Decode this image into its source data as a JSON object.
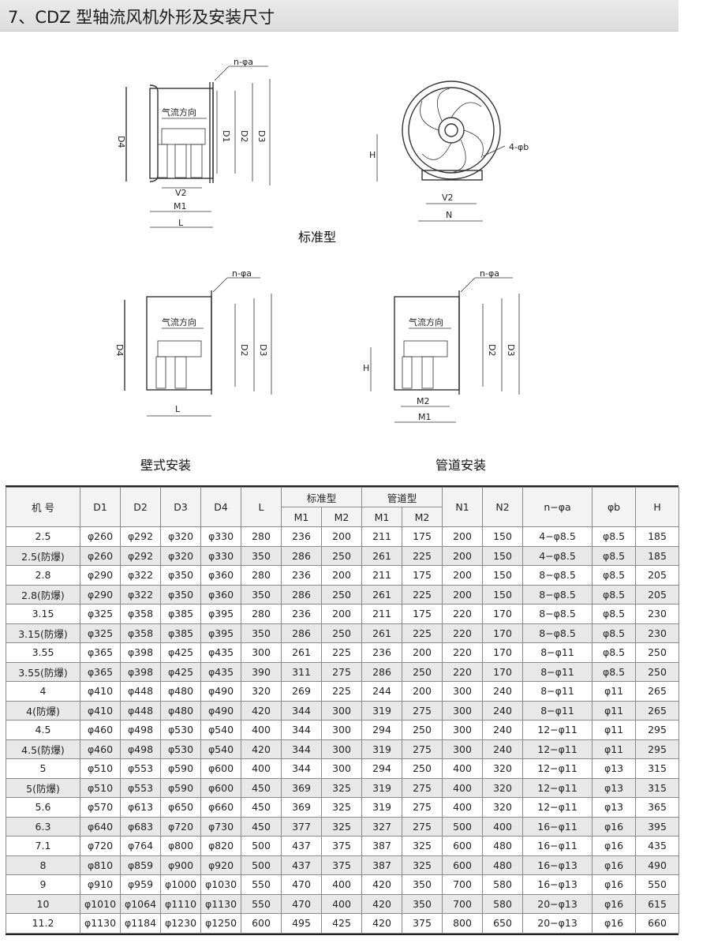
{
  "page_title": "7、CDZ 型轴流风机外形及安装尺寸",
  "captions": {
    "standard": "标准型",
    "wall": "壁式安装",
    "duct": "管道安装"
  },
  "drawing_labels": {
    "n_phi_a": "n-φa",
    "airflow": "气流方向",
    "D1": "D1",
    "D2": "D2",
    "D3": "D3",
    "D4": "D4",
    "V2": "V2",
    "M1": "M1",
    "M2": "M2",
    "L": "L",
    "H": "H",
    "N": "N",
    "four_phi_b": "4-φb"
  },
  "table": {
    "headers": {
      "model": "机 号",
      "D1": "D1",
      "D2": "D2",
      "D3": "D3",
      "D4": "D4",
      "L": "L",
      "standard": "标准型",
      "duct": "管道型",
      "M1": "M1",
      "M2": "M2",
      "N1": "N1",
      "N2": "N2",
      "n_phi_a": "n−φa",
      "phi_b": "φb",
      "H": "H"
    },
    "rows": [
      [
        "2.5",
        "φ260",
        "φ292",
        "φ320",
        "φ330",
        "280",
        "236",
        "200",
        "211",
        "175",
        "200",
        "150",
        "4−φ8.5",
        "φ8.5",
        "185"
      ],
      [
        "2.5(防爆)",
        "φ260",
        "φ292",
        "φ320",
        "φ330",
        "350",
        "286",
        "250",
        "261",
        "225",
        "200",
        "150",
        "4−φ8.5",
        "φ8.5",
        "185"
      ],
      [
        "2.8",
        "φ290",
        "φ322",
        "φ350",
        "φ360",
        "280",
        "236",
        "200",
        "211",
        "175",
        "200",
        "150",
        "8−φ8.5",
        "φ8.5",
        "205"
      ],
      [
        "2.8(防爆)",
        "φ290",
        "φ322",
        "φ350",
        "φ360",
        "350",
        "286",
        "250",
        "261",
        "225",
        "200",
        "150",
        "8−φ8.5",
        "φ8.5",
        "205"
      ],
      [
        "3.15",
        "φ325",
        "φ358",
        "φ385",
        "φ395",
        "280",
        "236",
        "200",
        "211",
        "175",
        "220",
        "170",
        "8−φ8.5",
        "φ8.5",
        "230"
      ],
      [
        "3.15(防爆)",
        "φ325",
        "φ358",
        "φ385",
        "φ395",
        "350",
        "286",
        "250",
        "261",
        "225",
        "220",
        "170",
        "8−φ8.5",
        "φ8.5",
        "230"
      ],
      [
        "3.55",
        "φ365",
        "φ398",
        "φ425",
        "φ435",
        "300",
        "261",
        "225",
        "236",
        "200",
        "220",
        "170",
        "8−φ11",
        "φ8.5",
        "250"
      ],
      [
        "3.55(防爆)",
        "φ365",
        "φ398",
        "φ425",
        "φ435",
        "390",
        "311",
        "275",
        "286",
        "250",
        "220",
        "170",
        "8−φ11",
        "φ8.5",
        "250"
      ],
      [
        "4",
        "φ410",
        "φ448",
        "φ480",
        "φ490",
        "320",
        "269",
        "225",
        "244",
        "200",
        "300",
        "240",
        "8−φ11",
        "φ11",
        "265"
      ],
      [
        "4(防爆)",
        "φ410",
        "φ448",
        "φ480",
        "φ490",
        "420",
        "344",
        "300",
        "319",
        "275",
        "300",
        "240",
        "8−φ11",
        "φ11",
        "265"
      ],
      [
        "4.5",
        "φ460",
        "φ498",
        "φ530",
        "φ540",
        "400",
        "344",
        "300",
        "294",
        "250",
        "300",
        "240",
        "12−φ11",
        "φ11",
        "295"
      ],
      [
        "4.5(防爆)",
        "φ460",
        "φ498",
        "φ530",
        "φ540",
        "420",
        "344",
        "300",
        "319",
        "275",
        "300",
        "240",
        "12−φ11",
        "φ11",
        "295"
      ],
      [
        "5",
        "φ510",
        "φ553",
        "φ590",
        "φ600",
        "400",
        "344",
        "300",
        "294",
        "250",
        "400",
        "320",
        "12−φ11",
        "φ13",
        "315"
      ],
      [
        "5(防爆)",
        "φ510",
        "φ553",
        "φ590",
        "φ600",
        "450",
        "369",
        "325",
        "319",
        "275",
        "400",
        "320",
        "12−φ11",
        "φ13",
        "315"
      ],
      [
        "5.6",
        "φ570",
        "φ613",
        "φ650",
        "φ660",
        "450",
        "369",
        "325",
        "319",
        "275",
        "400",
        "320",
        "12−φ11",
        "φ13",
        "365"
      ],
      [
        "6.3",
        "φ640",
        "φ683",
        "φ720",
        "φ730",
        "450",
        "377",
        "325",
        "327",
        "275",
        "500",
        "400",
        "16−φ11",
        "φ16",
        "395"
      ],
      [
        "7.1",
        "φ720",
        "φ764",
        "φ800",
        "φ820",
        "500",
        "437",
        "375",
        "387",
        "325",
        "600",
        "480",
        "16−φ11",
        "φ16",
        "435"
      ],
      [
        "8",
        "φ810",
        "φ859",
        "φ900",
        "φ920",
        "500",
        "437",
        "375",
        "387",
        "325",
        "600",
        "480",
        "16−φ13",
        "φ16",
        "490"
      ],
      [
        "9",
        "φ910",
        "φ959",
        "φ1000",
        "φ1030",
        "550",
        "470",
        "400",
        "420",
        "350",
        "700",
        "580",
        "16−φ13",
        "φ16",
        "550"
      ],
      [
        "10",
        "φ1010",
        "φ1064",
        "φ1110",
        "φ1130",
        "550",
        "470",
        "400",
        "420",
        "350",
        "700",
        "580",
        "20−φ13",
        "φ16",
        "615"
      ],
      [
        "11.2",
        "φ1130",
        "φ1184",
        "φ1230",
        "φ1250",
        "600",
        "495",
        "425",
        "420",
        "375",
        "800",
        "650",
        "20−φ13",
        "φ16",
        "660"
      ]
    ]
  }
}
